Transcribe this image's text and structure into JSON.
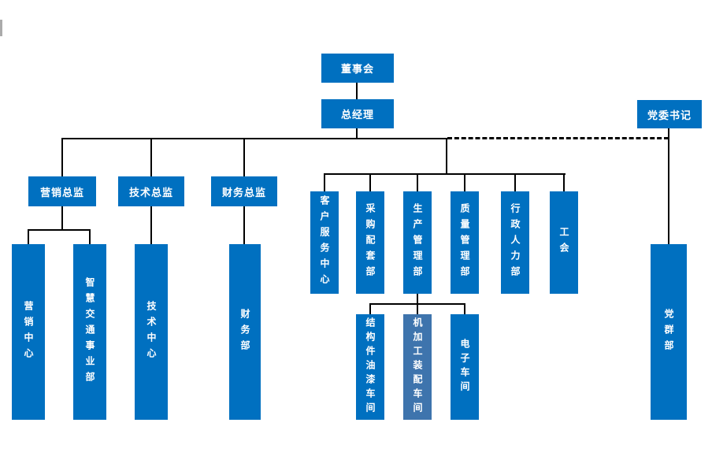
{
  "org_chart": {
    "nodes": {
      "board": {
        "label": "董事会"
      },
      "gm": {
        "label": "总经理"
      },
      "party_secretary": {
        "label": "党委书记"
      },
      "marketing_director": {
        "label": "营销总监"
      },
      "tech_director": {
        "label": "技术总监"
      },
      "finance_director": {
        "label": "财务总监"
      },
      "customer_service": {
        "label": "客户服务中心"
      },
      "purchasing": {
        "label": "采购配套部"
      },
      "production": {
        "label": "生产管理部"
      },
      "quality": {
        "label": "质量管理部"
      },
      "admin_hr": {
        "label": "行政人力部"
      },
      "union": {
        "label": "工会"
      },
      "marketing_center": {
        "label": "营销中心"
      },
      "smart_transport": {
        "label": "智慧交通事业部"
      },
      "tech_center": {
        "label": "技术中心"
      },
      "finance_dept": {
        "label": "财务部"
      },
      "paint_workshop": {
        "label": "结构件油漆车间"
      },
      "machining_workshop": {
        "label": "机加工装配车间"
      },
      "electronics_workshop": {
        "label": "电子车间"
      },
      "party_mass": {
        "label": "党群部"
      }
    },
    "hierarchy": {
      "board": [
        "gm"
      ],
      "gm_solid": [
        "marketing_director",
        "tech_director",
        "finance_director",
        "customer_service",
        "purchasing",
        "production",
        "quality",
        "admin_hr",
        "union"
      ],
      "gm_dashed": [
        "party_secretary"
      ],
      "marketing_director": [
        "marketing_center",
        "smart_transport"
      ],
      "tech_director": [
        "tech_center"
      ],
      "finance_director": [
        "finance_dept"
      ],
      "production": [
        "paint_workshop",
        "machining_workshop",
        "electronics_workshop"
      ],
      "party_secretary": [
        "party_mass"
      ]
    },
    "colors": {
      "box_blue": "#0070C0",
      "box_muted_blue": "#3E74AD",
      "connector_black": "#000000",
      "text_white": "#FFFFFF",
      "background": "#FFFFFF"
    }
  }
}
